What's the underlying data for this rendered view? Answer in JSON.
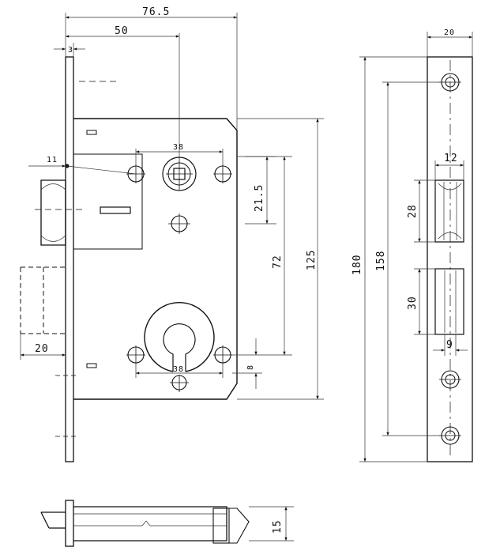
{
  "drawing": {
    "front_view": {
      "dim_backset_total": "76.5",
      "dim_backset": "50",
      "dim_faceplate_thickness": "3",
      "dim_latch_offset": "11",
      "dim_top_screws": "38",
      "dim_spindle_offset": "21.5",
      "dim_spindle_to_cylinder": "72",
      "dim_case_height": "125",
      "dim_latch_projection": "20",
      "dim_cylinder_screws": "38",
      "dim_cylinder_offset": "8"
    },
    "faceplate_view": {
      "dim_width": "20",
      "dim_overall_length": "180",
      "dim_screw_spacing": "158",
      "dim_latch_width": "12",
      "dim_latch_height": "28",
      "dim_bolt_height": "30",
      "dim_bolt_width": "9"
    },
    "bottom_view": {
      "dim_thickness": "15"
    }
  }
}
